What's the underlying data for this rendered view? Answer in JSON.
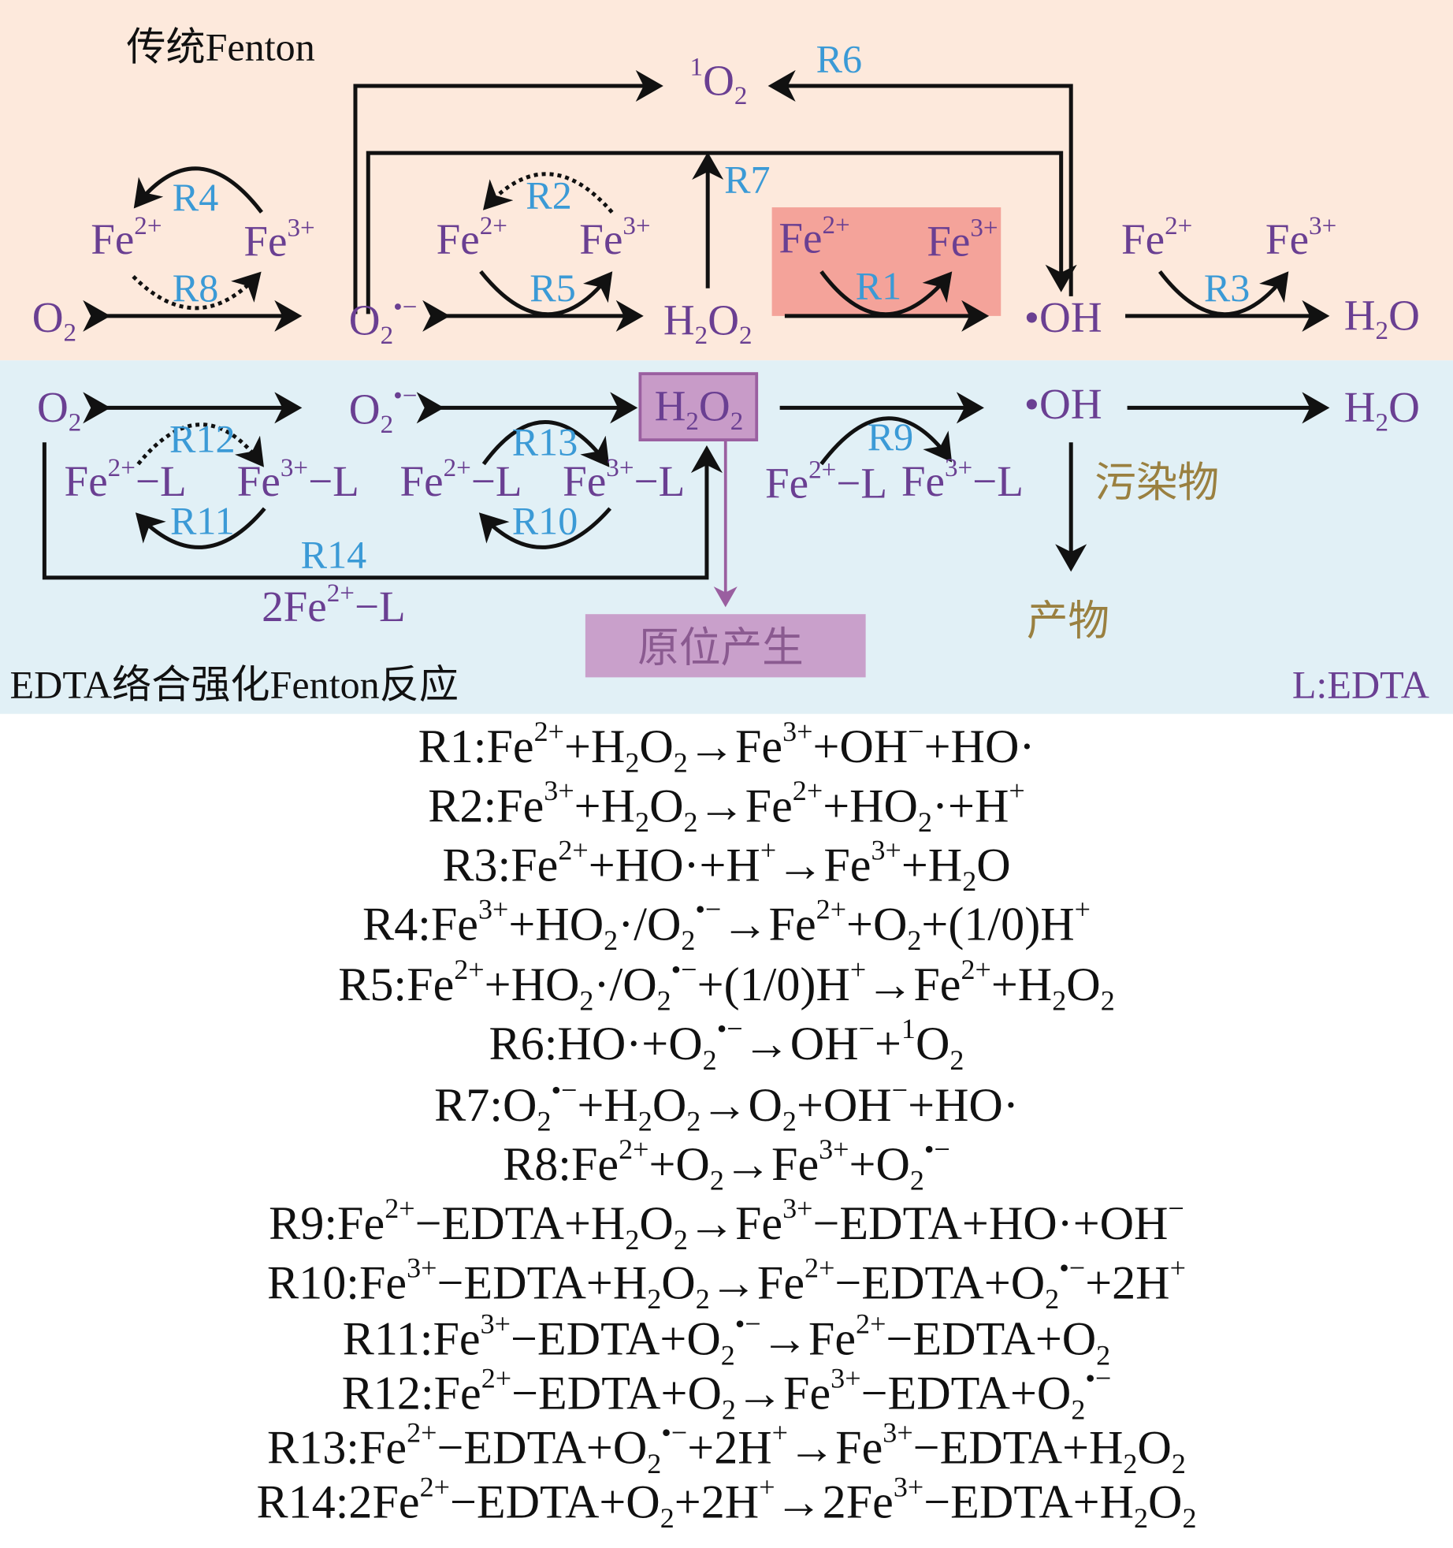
{
  "top": {
    "title": "传统Fenton",
    "singlet_o2": "^{1}O_{2}",
    "o2": "O_{2}",
    "superoxide": "O_{2}^{•−}",
    "h2o2": "H_{2}O_{2}",
    "oh": "•OH",
    "h2o": "H_{2}O",
    "fe2": "Fe^{2+}",
    "fe3": "Fe^{3+}",
    "r_labels": {
      "R1": "R1",
      "R2": "R2",
      "R3": "R3",
      "R4": "R4",
      "R5": "R5",
      "R6": "R6",
      "R7": "R7",
      "R8": "R8"
    }
  },
  "bottom": {
    "title": "EDTA络合强化Fenton反应",
    "legend": "L:EDTA",
    "o2": "O_{2}",
    "superoxide": "O_{2}^{•−}",
    "h2o2": "H_{2}O_{2}",
    "oh": "•OH",
    "h2o": "H_{2}O",
    "fe2l": "Fe^{2+}−L",
    "fe3l": "Fe^{3+}−L",
    "two_fe2l": "2Fe^{2+}−L",
    "in_situ": "原位产生",
    "pollutant": "污染物",
    "product": "产物",
    "r_labels": {
      "R9": "R9",
      "R10": "R10",
      "R11": "R11",
      "R12": "R12",
      "R13": "R13",
      "R14": "R14"
    }
  },
  "colors": {
    "top_bg": "#fde9dc",
    "bottom_bg": "#e1f0f6",
    "species": "#6a3f92",
    "reaction_label": "#3b9ad6",
    "highlight": "#f4a39a",
    "in_situ_box": "#c9a0cb",
    "pollutant": "#9a8040"
  },
  "equations": [
    "R1:Fe^{2+}+H_{2}O_{2}→Fe^{3+}+OH^{−}+HO·",
    "R2:Fe^{3+}+H_{2}O_{2}→Fe^{2+}+HO_{2}·+H^{+}",
    "R3:Fe^{2+}+HO·+H^{+}→Fe^{3+}+H_{2}O",
    "R4:Fe^{3+}+HO_{2}·/O_{2}^{•−}→Fe^{2+}+O_{2}+(1/0)H^{+}",
    "R5:Fe^{2+}+HO_{2}·/O_{2}^{•−}+(1/0)H^{+}→Fe^{2+}+H_{2}O_{2}",
    "R6:HO·+O_{2}^{•−}→OH^{−}+^{1}O_{2}",
    "R7:O_{2}^{•−}+H_{2}O_{2}→O_{2}+OH^{−}+HO·",
    "R8:Fe^{2+}+O_{2}→Fe^{3+}+O_{2}^{•−}",
    "R9:Fe^{2+}−EDTA+H_{2}O_{2}→Fe^{3+}−EDTA+HO·+OH^{−}",
    "R10:Fe^{3+}−EDTA+H_{2}O_{2}→Fe^{2+}−EDTA+O_{2}^{•−}+2H^{+}",
    "R11:Fe^{3+}−EDTA+O_{2}^{•−}→Fe^{2+}−EDTA+O_{2}",
    "R12:Fe^{2+}−EDTA+O_{2}→Fe^{3+}−EDTA+O_{2}^{•−}",
    "R13:Fe^{2+}−EDTA+O_{2}^{•−}+2H^{+}→Fe^{3+}−EDTA+H_{2}O_{2}",
    "R14:2Fe^{2+}−EDTA+O_{2}+2H^{+}→2Fe^{3+}−EDTA+H_{2}O_{2}"
  ]
}
